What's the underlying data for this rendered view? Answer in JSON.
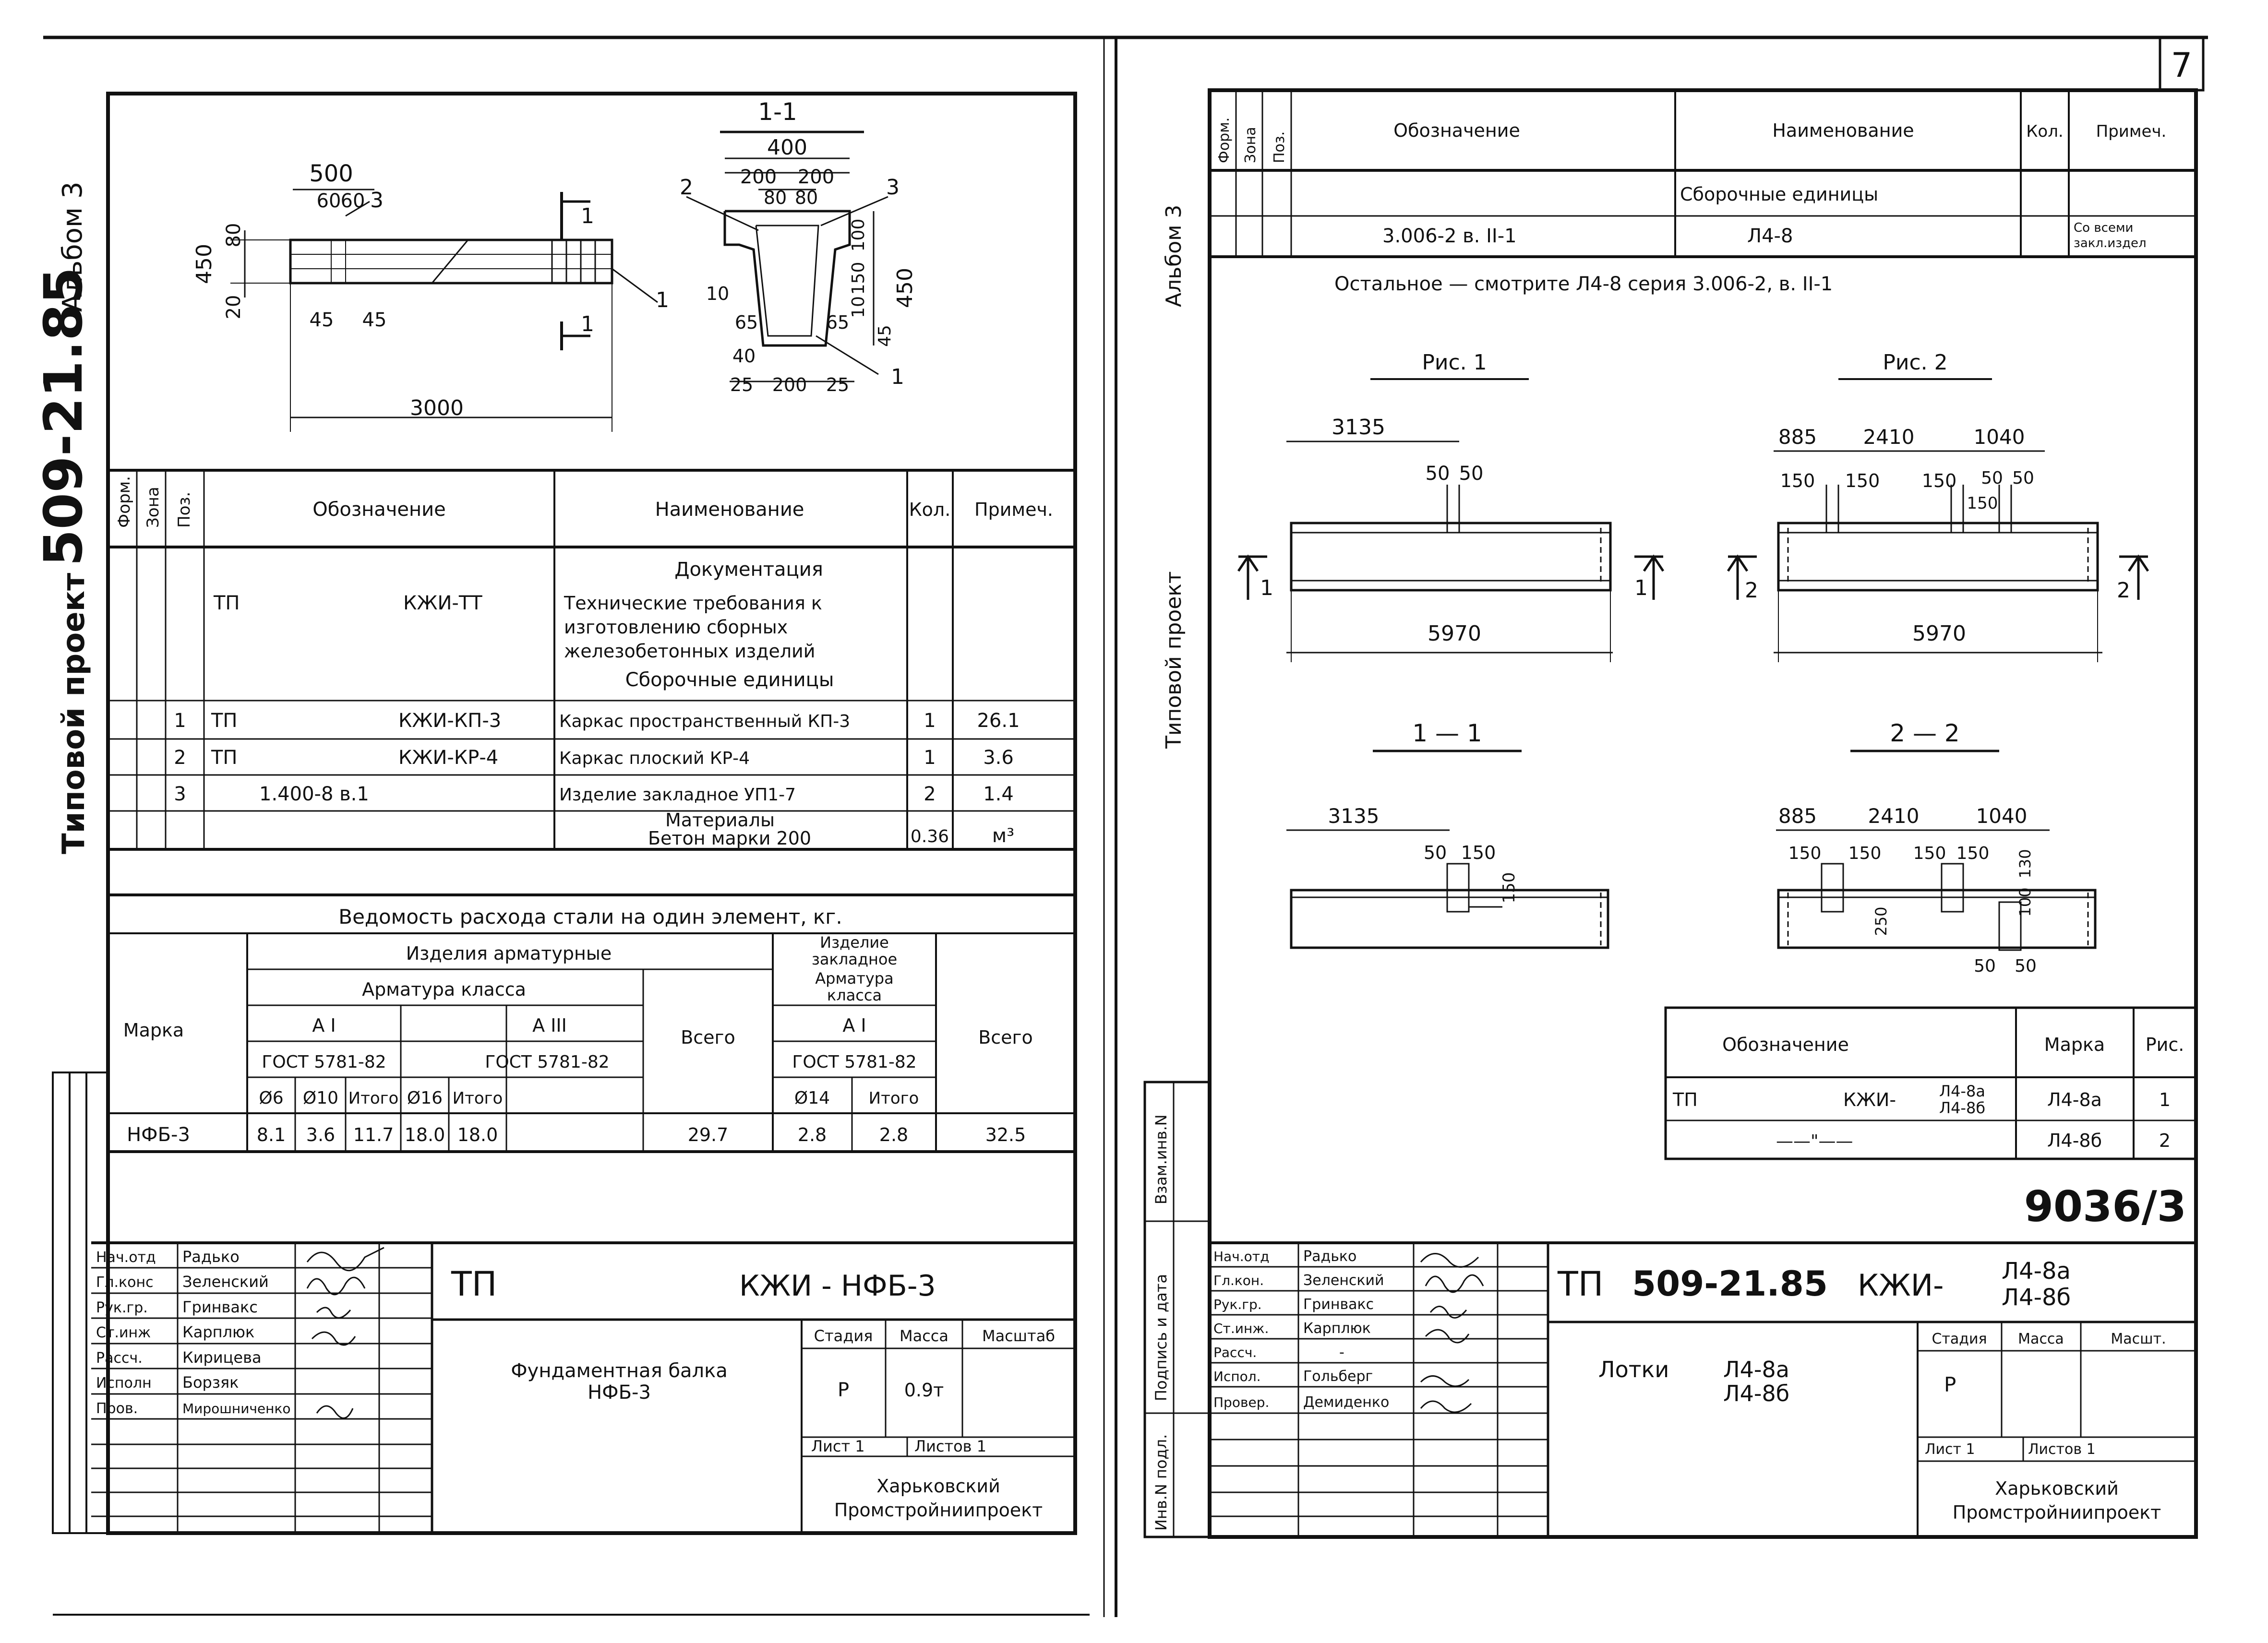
{
  "page_number": "7",
  "left": {
    "side_title": "509-21.85",
    "side_album": "Альбом 3",
    "side_project": "Типовой проект",
    "drawing": {
      "top_view": [
        "500",
        "60",
        "60",
        "3",
        "80",
        "450",
        "20",
        "45",
        "45",
        "3000",
        "1"
      ],
      "section_title": "1-1",
      "section_marks": [
        "1",
        "1"
      ],
      "section_dims": [
        "400",
        "200",
        "200",
        "80",
        "80",
        "2",
        "3",
        "100",
        "150",
        "10",
        "10",
        "65",
        "65",
        "450",
        "45",
        "40",
        "25",
        "200",
        "25",
        "1"
      ]
    },
    "spec": {
      "headers": [
        "Форм.",
        "Зона",
        "Поз.",
        "Обозначение",
        "Наименование",
        "Кол.",
        "Примеч."
      ],
      "section_doc": "Документация",
      "doc_row": {
        "code1": "ТП",
        "code2": "КЖИ-ТТ",
        "name": [
          "Технические требования к",
          "изготовлению сборных",
          "железобетонных изделий"
        ]
      },
      "section_units": "Сборочные единицы",
      "rows": [
        {
          "pos": "1",
          "code1": "ТП",
          "code2": "КЖИ-КП-3",
          "name": "Каркас пространственный КП-3",
          "qty": "1",
          "note": "26.1"
        },
        {
          "pos": "2",
          "code1": "ТП",
          "code2": "КЖИ-КР-4",
          "name": "Каркас плоский КР-4",
          "qty": "1",
          "note": "3.6"
        },
        {
          "pos": "3",
          "code1": "1.400-8 в.1",
          "code2": "",
          "name": "Изделие закладное УП1-7",
          "qty": "2",
          "note": "1.4"
        }
      ],
      "materials": [
        "Материалы",
        "Бетон марки 200"
      ],
      "materials_qty": "0.36",
      "materials_unit": "м³"
    },
    "steel": {
      "title": "Ведомость расхода стали на один элемент, кг.",
      "marka": "Марка",
      "izdeliya": "Изделия арматурные",
      "armatura": "Арматура класса",
      "a1": "А I",
      "a3": "А III",
      "gost1": "ГОСТ 5781-82",
      "gost2": "ГОСТ 5781-82",
      "vsego1": "Всего",
      "zakl": [
        "Изделие",
        "закладное"
      ],
      "zakl_arm": [
        "Арматура",
        "класса"
      ],
      "a1b": "А I",
      "gost3": "ГОСТ 5781-82",
      "vsego2": "Всего",
      "cols": [
        "Ø6",
        "Ø10",
        "Итого",
        "Ø16",
        "Итого",
        "Ø14",
        "Итого"
      ],
      "row": [
        "НФБ-3",
        "8.1",
        "3.6",
        "11.7",
        "18.0",
        "18.0",
        "29.7",
        "2.8",
        "2.8",
        "32.5"
      ]
    },
    "stamp": {
      "roles": [
        "Нач.отд",
        "Гл.конс",
        "Рук.гр.",
        "Ст.инж",
        "Рассч.",
        "Исполн",
        "Пров."
      ],
      "names": [
        "Радько",
        "Зеленский",
        "Гринвакс",
        "Карплюк",
        "Кирицева",
        "Борзяк",
        "Мирошниченко"
      ],
      "code_tp": "ТП",
      "code": "КЖИ - НФБ-3",
      "title": [
        "Фундаментная балка",
        "НФБ-3"
      ],
      "h_stage": "Стадия",
      "h_mass": "Масса",
      "h_scale": "Масштаб",
      "stage": "Р",
      "mass": "0.9т",
      "sheet": "Лист 1",
      "sheets": "Листов 1",
      "org": [
        "Харьковский",
        "Промстройниипроект"
      ]
    }
  },
  "right": {
    "side_album": "Альбом 3",
    "side_project": "Типовой проект",
    "side_labels": [
      "Взам.инв.N",
      "Подпись и дата",
      "Инв.N подл."
    ],
    "spec": {
      "headers": [
        "Форм.",
        "Зона",
        "Поз.",
        "Обозначение",
        "Наименование",
        "Кол.",
        "Примеч."
      ],
      "section_units": "Сборочные единицы",
      "row": {
        "code": "3.006-2 в. II-1",
        "name": "Л4-8",
        "note": [
          "Со всеми",
          "закл.издел"
        ]
      }
    },
    "remark": "Остальное — смотрите Л4-8 серия 3.006-2, в. II-1",
    "fig1": {
      "title": "Рис. 1",
      "dims": [
        "3135",
        "50",
        "50",
        "5970"
      ],
      "marks": [
        "1",
        "1"
      ]
    },
    "fig2": {
      "title": "Рис. 2",
      "dims": [
        "885",
        "2410",
        "1040",
        "150",
        "150",
        "150",
        "50",
        "50",
        "150",
        "5970"
      ],
      "marks": [
        "2",
        "2"
      ]
    },
    "sec1": {
      "title": "1 — 1",
      "dims": [
        "3135",
        "50",
        "150",
        "150"
      ]
    },
    "sec2": {
      "title": "2 — 2",
      "dims": [
        "885",
        "2410",
        "1040",
        "150",
        "150",
        "150",
        "150",
        "250",
        "100",
        "130",
        "50",
        "50"
      ]
    },
    "marks_table": {
      "headers": [
        "Обозначение",
        "Марка",
        "Рис."
      ],
      "rows": [
        {
          "code1": "ТП",
          "code2": "КЖИ-",
          "code3": [
            "Л4-8а",
            "Л4-8б"
          ],
          "mark": "Л4-8а",
          "fig": "1"
        },
        {
          "code1": "——\"——",
          "mark": "Л4-8б",
          "fig": "2"
        }
      ]
    },
    "number": "9036/3",
    "stamp": {
      "roles": [
        "Нач.отд",
        "Гл.кон.",
        "Рук.гр.",
        "Ст.инж.",
        "Рассч.",
        "Испол.",
        "Провер."
      ],
      "names": [
        "Радько",
        "Зеленский",
        "Гринвакс",
        "Карплюк",
        "-",
        "Гольберг",
        "Демиденко"
      ],
      "code_tp": "ТП",
      "code_num": "509-21.85",
      "code_kji": "КЖИ-",
      "code_marks": [
        "Л4-8а",
        "Л4-8б"
      ],
      "title": [
        "Лотки",
        "Л4-8а",
        "Л4-8б"
      ],
      "h_stage": "Стадия",
      "h_mass": "Масса",
      "h_scale": "Масшт.",
      "stage": "Р",
      "sheet": "Лист 1",
      "sheets": "Листов 1",
      "org": [
        "Харьковский",
        "Промстройниипроект"
      ]
    }
  }
}
